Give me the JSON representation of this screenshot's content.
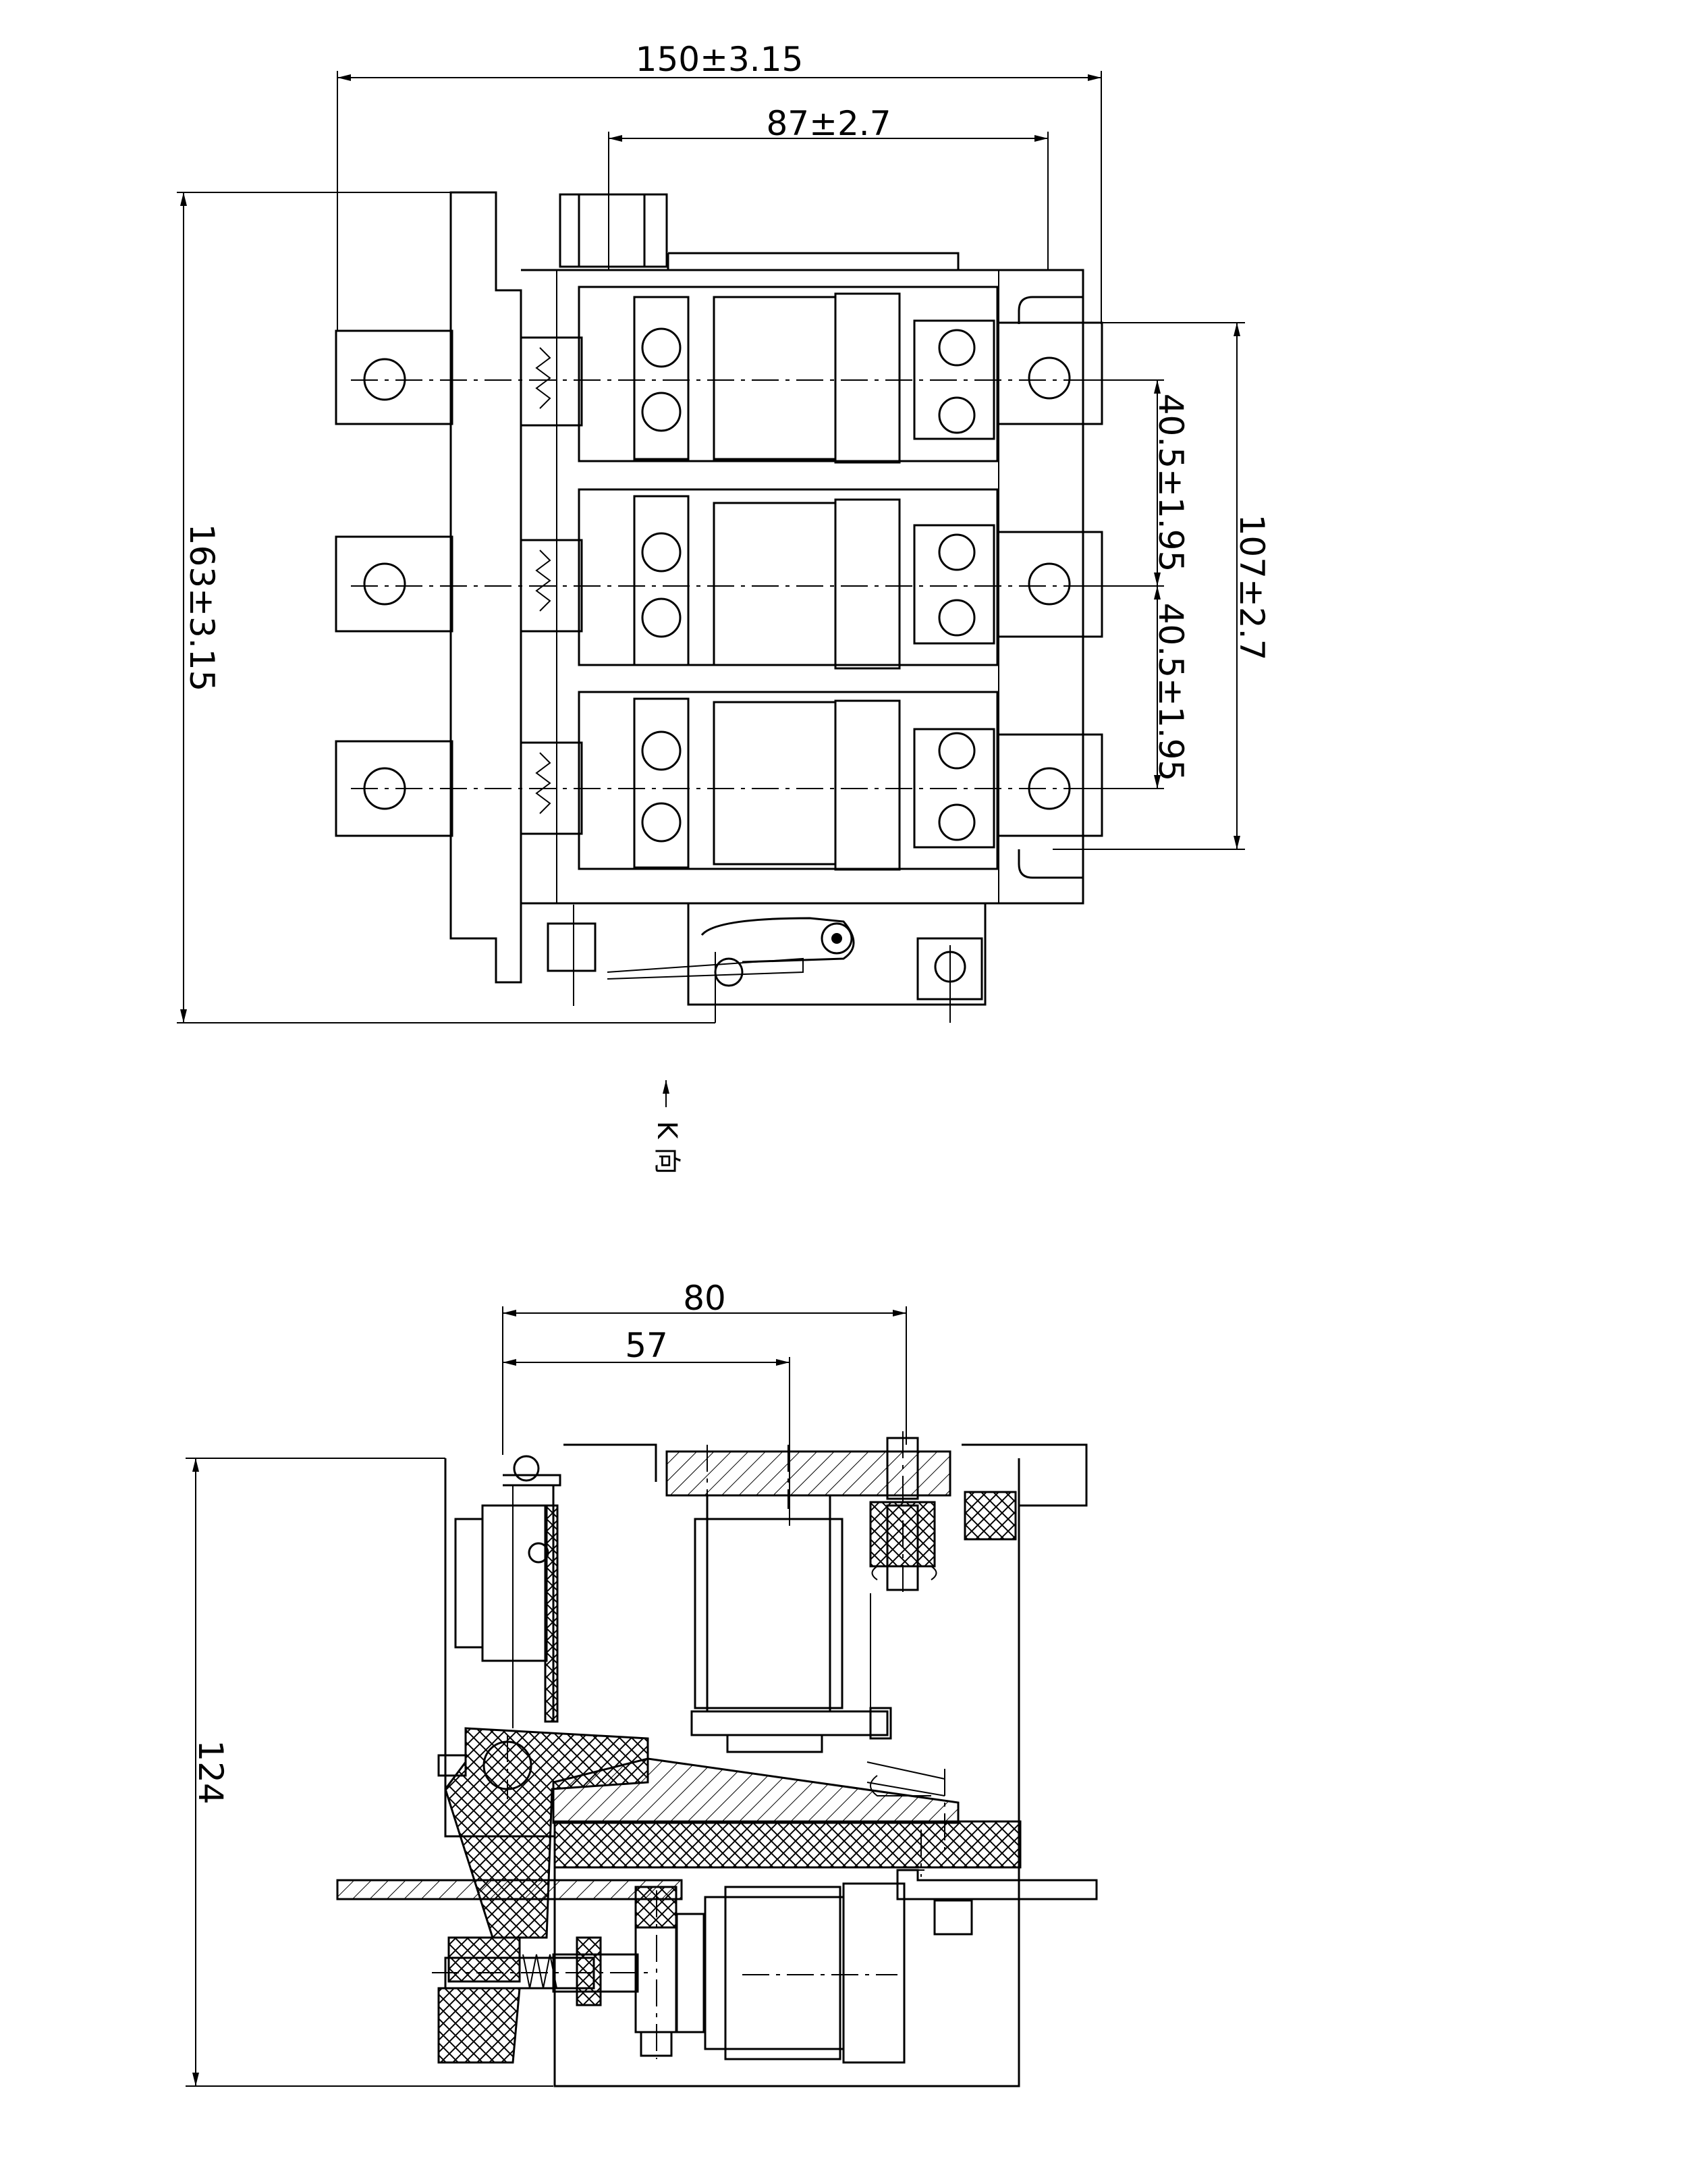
{
  "top_view": {
    "dim_overall_width": "150±3.15",
    "dim_terminal_span": "87±2.7",
    "dim_overall_height": "163±3.15",
    "dim_pole_pitch_1": "40.5±1.95",
    "dim_pole_pitch_2": "40.5±1.95",
    "dim_outer_terminals": "107±2.7",
    "view_arrow_label": "K 向"
  },
  "side_view": {
    "dim_width": "80",
    "dim_coil_offset": "57",
    "dim_height": "124"
  }
}
